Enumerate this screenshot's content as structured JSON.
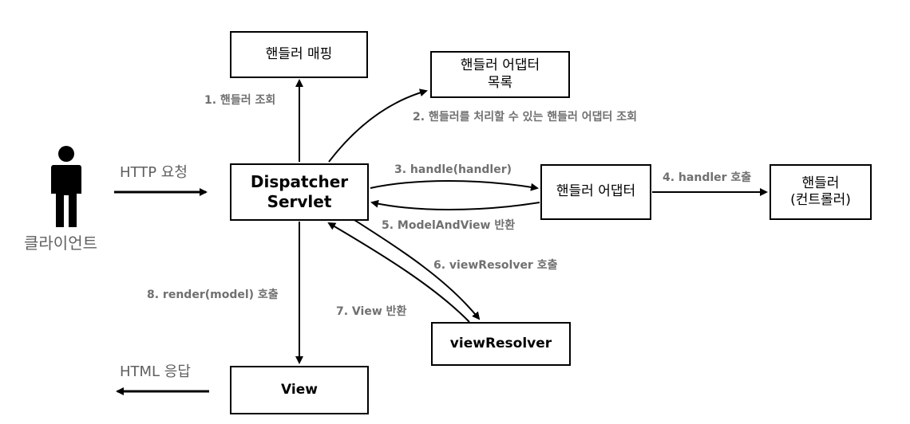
{
  "nodes": {
    "handler_mapping": "핸들러 매핑",
    "handler_adapter_list_line1": "핸들러 어댑터",
    "handler_adapter_list_line2": "목록",
    "dispatcher_line1": "Dispatcher",
    "dispatcher_line2": "Servlet",
    "handler_adapter": "핸들러 어댑터",
    "handler_line1": "핸들러",
    "handler_line2": "(컨트롤러)",
    "view_resolver": "viewResolver",
    "view": "View",
    "client": "클라이언트"
  },
  "edges": {
    "http_request": "HTTP 요청",
    "html_response": "HTML 응답",
    "step1": "1. 핸들러 조회",
    "step2": "2. 핸들러를 처리할 수 있는 핸들러 어댑터 조회",
    "step3": "3. handle(handler)",
    "step4": "4. handler 호출",
    "step5": "5. ModelAndView 반환",
    "step6": "6. viewResolver 호출",
    "step7": "7. View 반환",
    "step8": "8. render(model) 호출"
  },
  "icons": {
    "client": "person-icon"
  }
}
